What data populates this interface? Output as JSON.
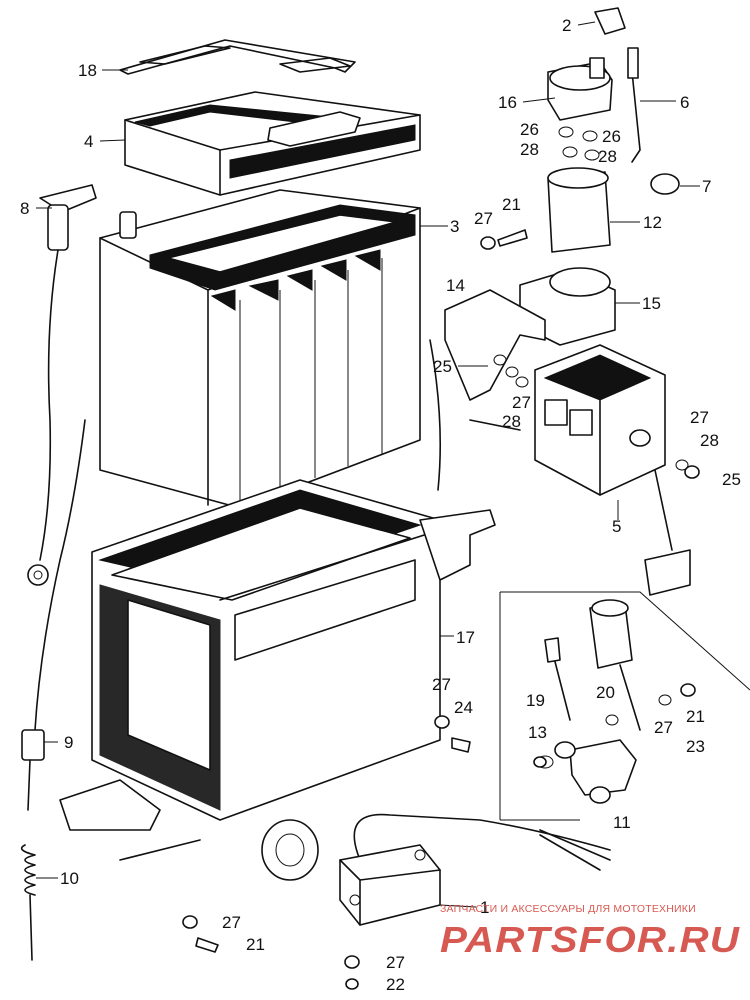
{
  "diagram": {
    "callouts": [
      {
        "key": "p2",
        "text": "2"
      },
      {
        "key": "p18",
        "text": "18"
      },
      {
        "key": "p16",
        "text": "16"
      },
      {
        "key": "p6",
        "text": "6"
      },
      {
        "key": "p26a",
        "text": "26"
      },
      {
        "key": "p26b",
        "text": "26"
      },
      {
        "key": "p28a",
        "text": "28"
      },
      {
        "key": "p28b",
        "text": "28"
      },
      {
        "key": "p4",
        "text": "4"
      },
      {
        "key": "p7",
        "text": "7"
      },
      {
        "key": "p8",
        "text": "8"
      },
      {
        "key": "p21a",
        "text": "21"
      },
      {
        "key": "p27a",
        "text": "27"
      },
      {
        "key": "p12",
        "text": "12"
      },
      {
        "key": "p3",
        "text": "3"
      },
      {
        "key": "p14",
        "text": "14"
      },
      {
        "key": "p15",
        "text": "15"
      },
      {
        "key": "p25a",
        "text": "25"
      },
      {
        "key": "p27b",
        "text": "27"
      },
      {
        "key": "p28c",
        "text": "28"
      },
      {
        "key": "p27c",
        "text": "27"
      },
      {
        "key": "p28d",
        "text": "28"
      },
      {
        "key": "p25b",
        "text": "25"
      },
      {
        "key": "p5",
        "text": "5"
      },
      {
        "key": "p17",
        "text": "17"
      },
      {
        "key": "p27d",
        "text": "27"
      },
      {
        "key": "p24",
        "text": "24"
      },
      {
        "key": "p9",
        "text": "9"
      },
      {
        "key": "p19",
        "text": "19"
      },
      {
        "key": "p20",
        "text": "20"
      },
      {
        "key": "p27e",
        "text": "27"
      },
      {
        "key": "p21b",
        "text": "21"
      },
      {
        "key": "p23",
        "text": "23"
      },
      {
        "key": "p13",
        "text": "13"
      },
      {
        "key": "p11",
        "text": "11"
      },
      {
        "key": "p10",
        "text": "10"
      },
      {
        "key": "p1",
        "text": "1"
      },
      {
        "key": "p27f",
        "text": "27"
      },
      {
        "key": "p21c",
        "text": "21"
      },
      {
        "key": "p27g",
        "text": "27"
      },
      {
        "key": "p22",
        "text": "22"
      }
    ]
  },
  "watermark": {
    "caption": "ЗАПЧАСТИ И АКСЕССУАРЫ ДЛЯ МОТОТЕХНИКИ",
    "logo_text": "PARTSFOR.RU",
    "color": "#d65a52"
  }
}
